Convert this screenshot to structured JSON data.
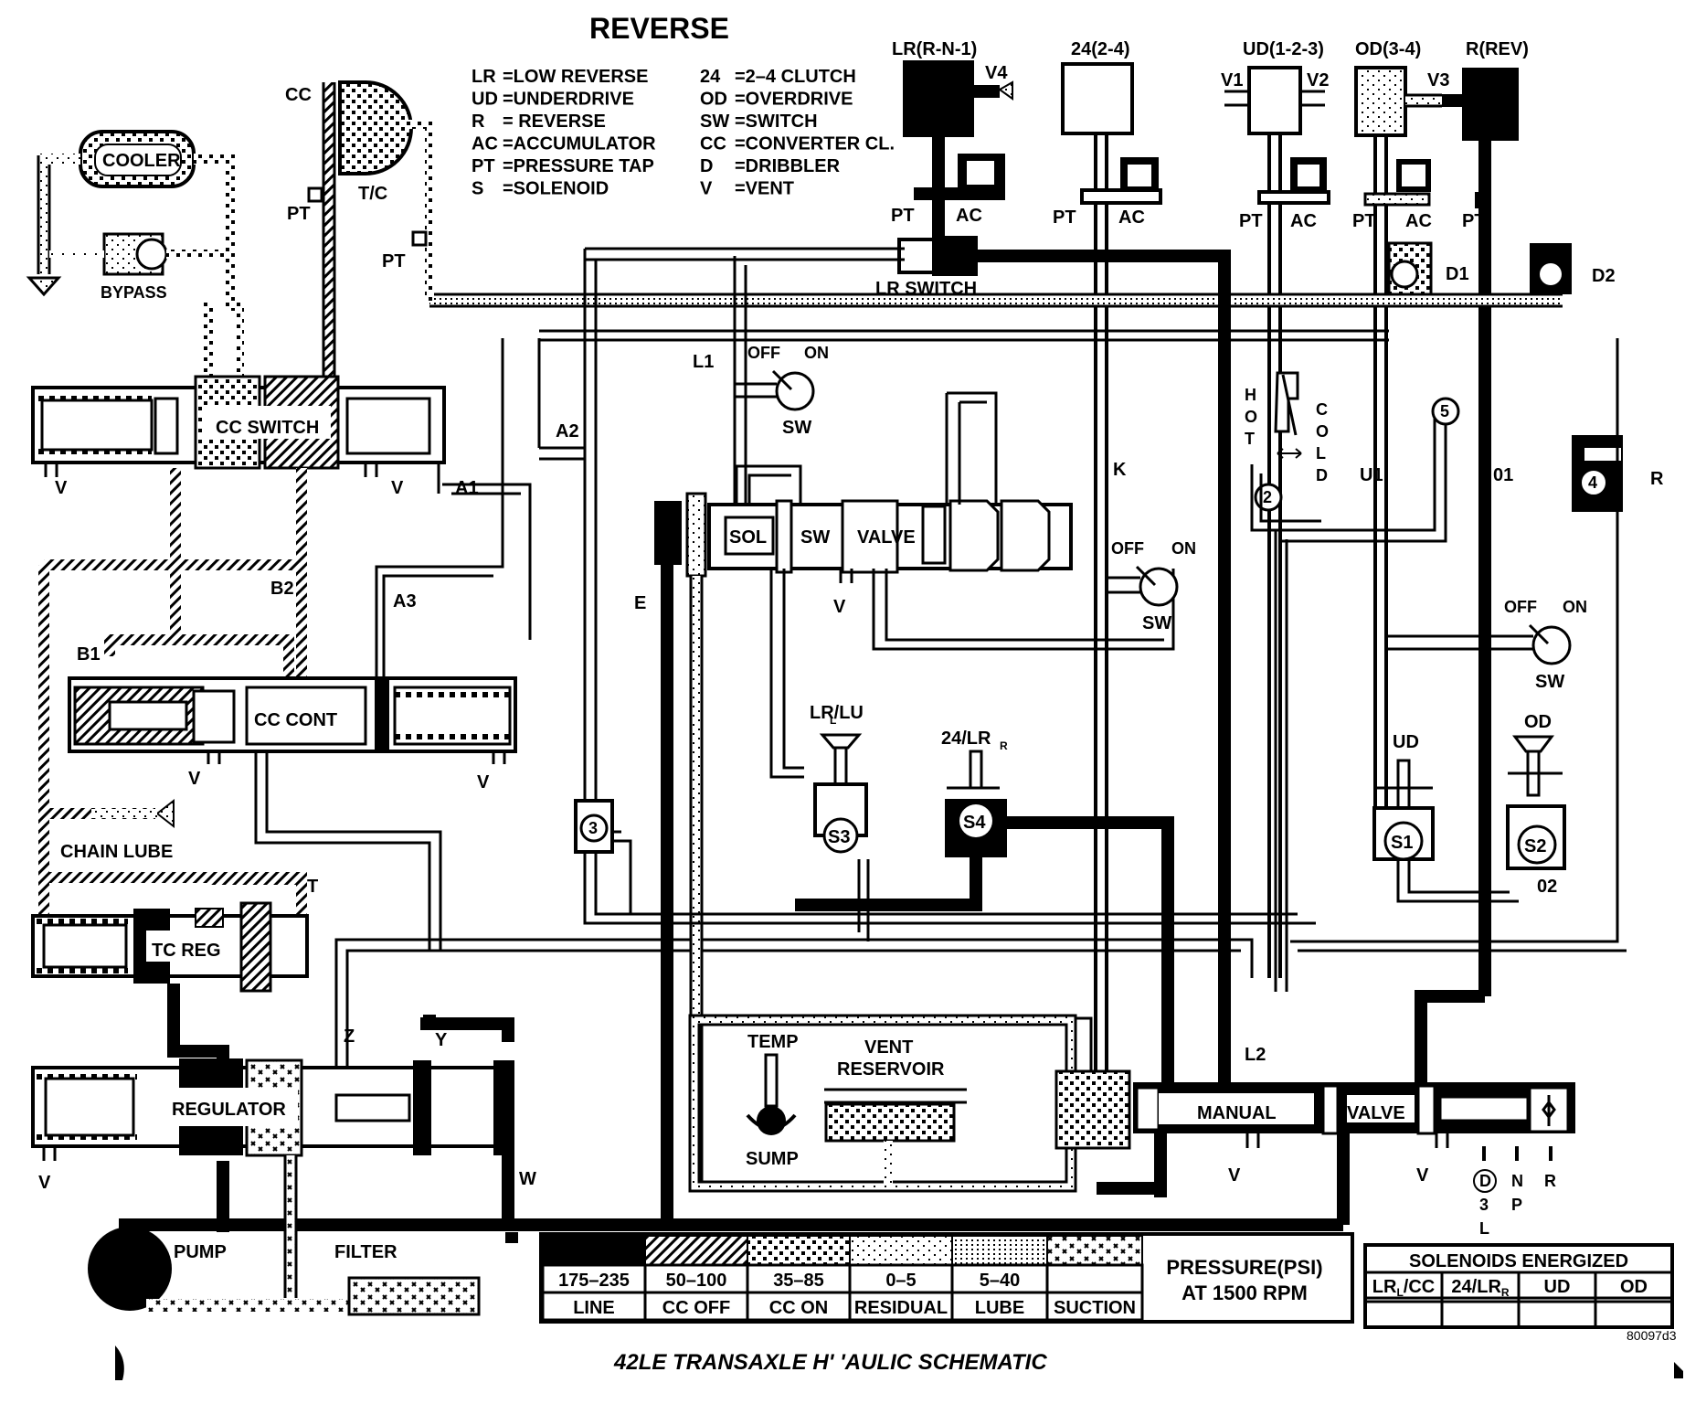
{
  "title": "REVERSE",
  "footer_title": "42LE TRANSAXLE H' 'AULIC SCHEMATIC",
  "figure_id": "80097d3",
  "abbreviations_left": [
    {
      "abbr": "LR",
      "def": "=LOW REVERSE"
    },
    {
      "abbr": "UD",
      "def": "=UNDERDRIVE"
    },
    {
      "abbr": "R",
      "def": "= REVERSE"
    },
    {
      "abbr": "AC",
      "def": "=ACCUMULATOR"
    },
    {
      "abbr": "PT",
      "def": "=PRESSURE TAP"
    },
    {
      "abbr": "S",
      "def": "=SOLENOID"
    }
  ],
  "abbreviations_right": [
    {
      "abbr": "24",
      "def": "=2–4 CLUTCH"
    },
    {
      "abbr": "OD",
      "def": "=OVERDRIVE"
    },
    {
      "abbr": "SW",
      "def": "=SWITCH"
    },
    {
      "abbr": "CC",
      "def": "=CONVERTER CL."
    },
    {
      "abbr": "D",
      "def": "=DRIBBLER"
    },
    {
      "abbr": "V",
      "def": "=VENT"
    }
  ],
  "clutches": [
    {
      "label": "LR(R-N-1)",
      "vent": "V4"
    },
    {
      "label": "24(2-4)"
    },
    {
      "label": "UD(1-2-3)",
      "vent_left": "V1",
      "vent_right": "V2"
    },
    {
      "label": "OD(3-4)",
      "vent": "V3"
    },
    {
      "label": "R(REV)"
    }
  ],
  "labels": {
    "cc": "CC",
    "tc": "T/C",
    "pt": "PT",
    "ac": "AC",
    "cooler": "COOLER",
    "bypass": "BYPASS",
    "cc_switch": "CC SWITCH",
    "lr_switch": "LR SWITCH",
    "v": "V",
    "a1": "A1",
    "a2": "A2",
    "a3": "A3",
    "b1": "B1",
    "b2": "B2",
    "l1": "L1",
    "l2": "L2",
    "k": "K",
    "e": "E",
    "u1": "U1",
    "o1": "01",
    "o2": "02",
    "r": "R",
    "t": "T",
    "z": "Z",
    "y": "Y",
    "w": "W",
    "d1": "D1",
    "d2": "D2",
    "off": "OFF",
    "on": "ON",
    "sw": "SW",
    "sol": "SOL",
    "valve": "VALVE",
    "cc_cont": "CC CONT",
    "chain_lube": "CHAIN LUBE",
    "tc_reg": "TC REG",
    "regulator": "REGULATOR",
    "pump": "PUMP",
    "filter": "FILTER",
    "temp": "TEMP",
    "sump": "SUMP",
    "vent": "VENT",
    "reservoir": "RESERVOIR",
    "manual": "MANUAL",
    "hot": [
      "H",
      "O",
      "T"
    ],
    "cold": [
      "C",
      "O",
      "L",
      "D"
    ],
    "lr_lu": "LR/LU",
    "lr_lu_sub": "L",
    "lr_24": "24/LR",
    "lr_24_sub": "R",
    "ud": "UD",
    "od": "OD",
    "s1": "S1",
    "s2": "S2",
    "s3": "S3",
    "s4": "S4",
    "c2": "2",
    "c3": "3",
    "c4": "4",
    "c5": "5",
    "gear_d": "D",
    "gear_3": "3",
    "gear_l": "L",
    "gear_n": "N",
    "gear_p": "P",
    "gear_r": "R"
  },
  "pressure_legend": {
    "caption_line1": "PRESSURE(PSI)",
    "caption_line2": "AT 1500 RPM",
    "entries": [
      {
        "range": "175–235",
        "name": "LINE",
        "pattern": "solid"
      },
      {
        "range": "50–100",
        "name": "CC OFF",
        "pattern": "diagonal-hatch"
      },
      {
        "range": "35–85",
        "name": "CC ON",
        "pattern": "coarse-dots"
      },
      {
        "range": "0–5",
        "name": "RESIDUAL",
        "pattern": "fine-dots"
      },
      {
        "range": "5–40",
        "name": "LUBE",
        "pattern": "dense-dots"
      },
      {
        "range": "",
        "name": "SUCTION",
        "pattern": "cross-x"
      }
    ]
  },
  "solenoids_table": {
    "title": "SOLENOIDS ENERGIZED",
    "columns": [
      {
        "label": "LR",
        "sub": "L",
        "suffix": "/CC"
      },
      {
        "label": "24/LR",
        "sub": "R",
        "suffix": ""
      },
      {
        "label": "UD",
        "sub": "",
        "suffix": ""
      },
      {
        "label": "OD",
        "sub": "",
        "suffix": ""
      }
    ],
    "values": [
      "",
      "",
      "",
      ""
    ]
  }
}
